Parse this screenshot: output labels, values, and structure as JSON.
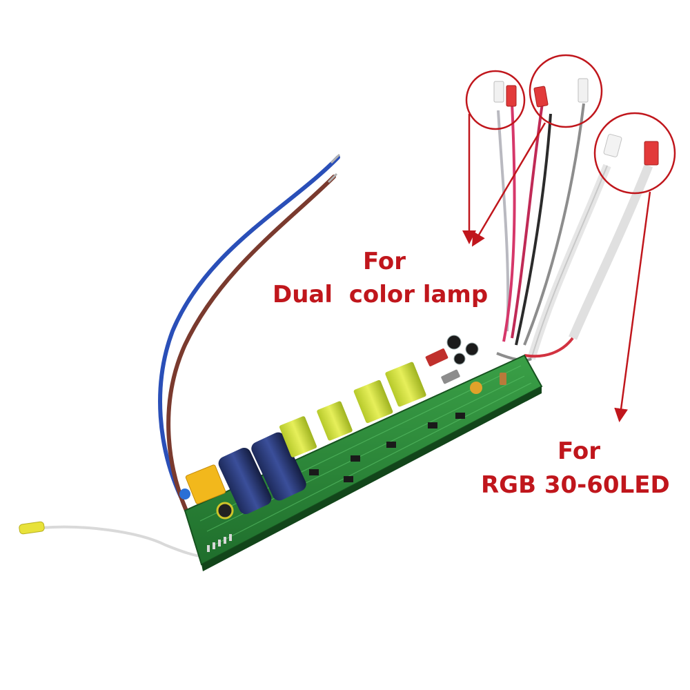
{
  "labels": {
    "dual_for": "For",
    "dual_desc": "Dual  color lamp",
    "rgb_for": "For",
    "rgb_desc": "RGB 30-60LED"
  },
  "colors": {
    "annotation": "#c0161c",
    "pcb": "#2e8b3a",
    "wire_blue": "#2a4fb8",
    "wire_brown": "#7a3a2e"
  }
}
